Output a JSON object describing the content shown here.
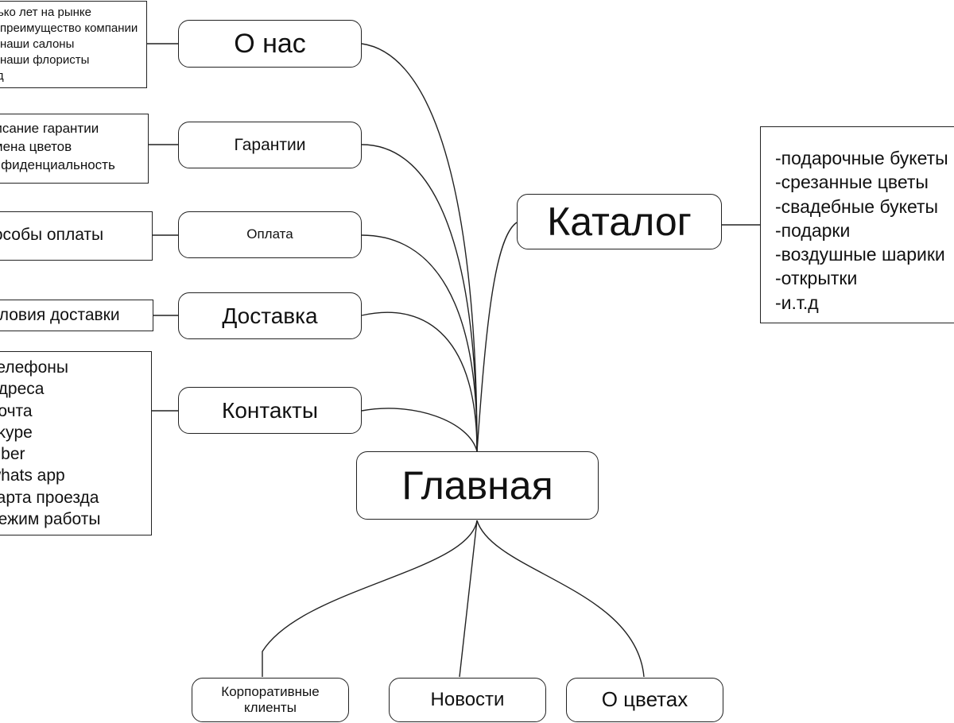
{
  "nodes": {
    "main": "Главная",
    "about": "О нас",
    "guarantees": "Гарантии",
    "payment": "Оплата",
    "delivery": "Доставка",
    "contacts": "Контакты",
    "catalog": "Каталог",
    "corporate": "Корпоративные клиенты",
    "news": "Новости",
    "flowers": "О цветах"
  },
  "notes": {
    "about": [
      "-сколько лет на рынке",
      "-преимущество компании",
      "-наши салоны",
      "-наши флористы",
      "-и.т.д"
    ],
    "guarantees": [
      "-описание гарантии",
      "-замена цветов",
      "-конфиденциальность"
    ],
    "payment": [
      "-способы оплаты"
    ],
    "delivery": [
      "-условия доставки"
    ],
    "contacts": [
      "-телефоны",
      "-адреса",
      "-почта",
      "-skype",
      "-viber",
      "-whats app",
      "-карта проезда",
      "-режим работы"
    ],
    "catalog": [
      "-подарочные букеты",
      "-срезанные цветы",
      "-свадебные букеты",
      "-подарки",
      "-воздушные шарики",
      "-открытки",
      "-и.т.д"
    ]
  }
}
